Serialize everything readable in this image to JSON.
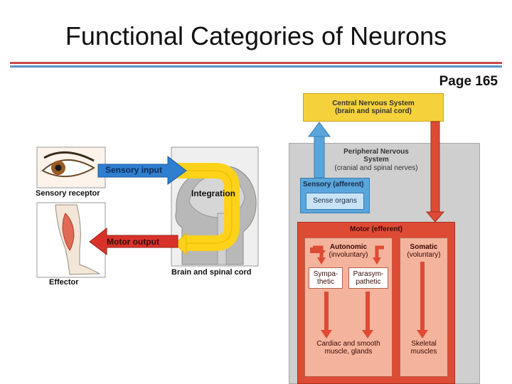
{
  "slide": {
    "title": "Functional Categories of Neurons",
    "page_label": "Page 165"
  },
  "left_figure": {
    "sensory_receptor": "Sensory receptor",
    "effector": "Effector",
    "sensory_input": "Sensory input",
    "integration": "Integration",
    "motor_output": "Motor output",
    "brain_spinal": "Brain and spinal cord"
  },
  "flowchart": {
    "cns_line1": "Central Nervous System",
    "cns_line2": "(brain and spinal cord)",
    "pns_line1": "Peripheral Nervous",
    "pns_line2": "System",
    "pns_line3": "(cranial and spinal nerves)",
    "sensory_afferent": "Sensory (afferent)",
    "sense_organs": "Sense organs",
    "motor_efferent": "Motor (efferent)",
    "autonomic_line1": "Autonomic",
    "autonomic_line2": "(involuntary)",
    "somatic_line1": "Somatic",
    "somatic_line2": "(voluntary)",
    "sympathetic_line1": "Sympa-",
    "sympathetic_line2": "thetic",
    "parasympathetic_line1": "Parasym-",
    "parasympathetic_line2": "pathetic",
    "cardiac_line1": "Cardiac and smooth",
    "cardiac_line2": "muscle, glands",
    "skeletal_line1": "Skeletal",
    "skeletal_line2": "muscles"
  },
  "colors": {
    "cns_yellow": "#f5d23c",
    "pns_gray": "#cfcfcf",
    "sensory_blue": "#5aa6dc",
    "motor_red": "#de4b35",
    "salmon": "#f4b39c",
    "input_blue": "#2f7fd0",
    "output_red": "#d8332b",
    "loop_yellow": "#ffd21a"
  }
}
